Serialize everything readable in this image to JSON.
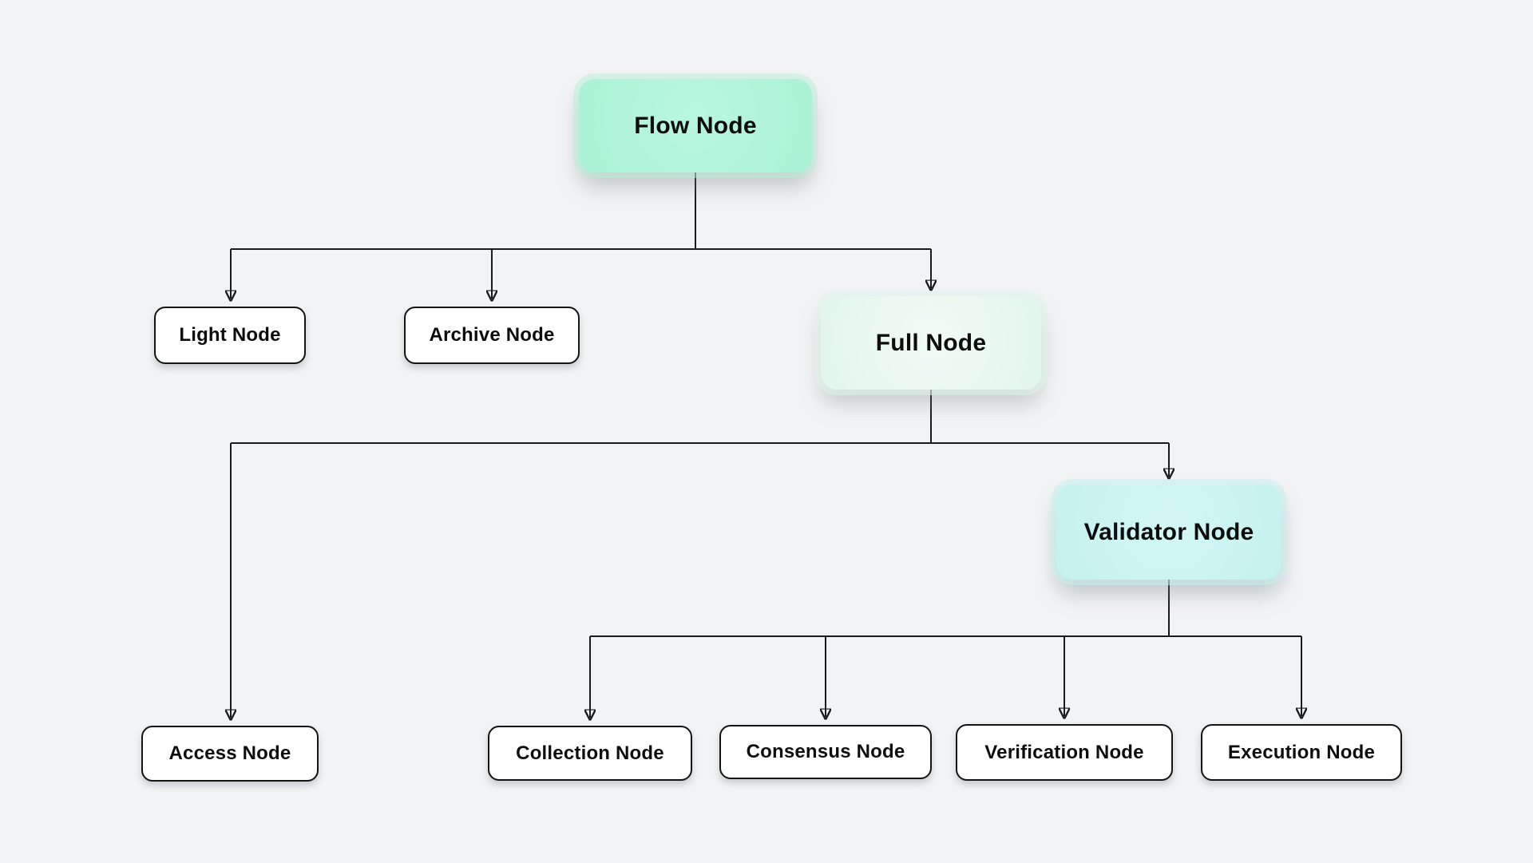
{
  "diagram": {
    "background_color": "#f2f3f5",
    "connector_color": "#1a1a1a",
    "nodes": {
      "flow": {
        "label": "Flow Node",
        "fill": "#adf4d7",
        "emphasis": "primary"
      },
      "light": {
        "label": "Light Node",
        "fill": "#ffffff",
        "emphasis": "secondary"
      },
      "archive": {
        "label": "Archive Node",
        "fill": "#ffffff",
        "emphasis": "secondary"
      },
      "full": {
        "label": "Full Node",
        "fill": "#e8f8f0",
        "emphasis": "primary"
      },
      "access": {
        "label": "Access Node",
        "fill": "#ffffff",
        "emphasis": "secondary"
      },
      "validator": {
        "label": "Validator Node",
        "fill": "#c9f3f1",
        "emphasis": "primary"
      },
      "collection": {
        "label": "Collection Node",
        "fill": "#ffffff",
        "emphasis": "secondary"
      },
      "consensus": {
        "label": "Consensus Node",
        "fill": "#ffffff",
        "emphasis": "secondary"
      },
      "verification": {
        "label": "Verification Node",
        "fill": "#ffffff",
        "emphasis": "secondary"
      },
      "execution": {
        "label": "Execution Node",
        "fill": "#ffffff",
        "emphasis": "secondary"
      }
    },
    "edges": [
      {
        "from": "Flow Node",
        "to": "Light Node"
      },
      {
        "from": "Flow Node",
        "to": "Archive Node"
      },
      {
        "from": "Flow Node",
        "to": "Full Node"
      },
      {
        "from": "Full Node",
        "to": "Access Node"
      },
      {
        "from": "Full Node",
        "to": "Validator Node"
      },
      {
        "from": "Validator Node",
        "to": "Collection Node"
      },
      {
        "from": "Validator Node",
        "to": "Consensus Node"
      },
      {
        "from": "Validator Node",
        "to": "Verification Node"
      },
      {
        "from": "Validator Node",
        "to": "Execution Node"
      }
    ]
  }
}
